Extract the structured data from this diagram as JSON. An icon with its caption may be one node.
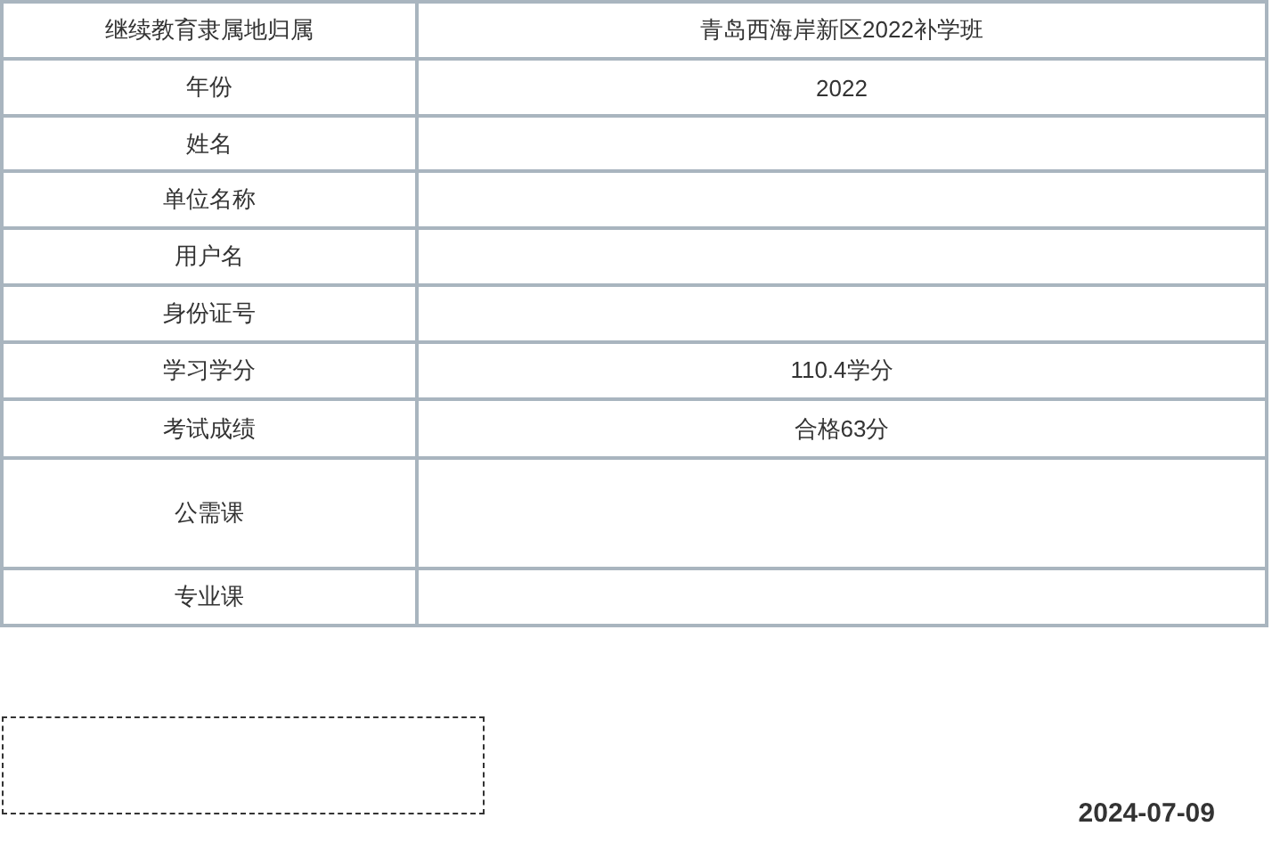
{
  "diagram": {
    "labels": [
      "继续教育隶属地归属",
      "青岛西海岸新区2022补学班",
      "年份",
      "2022",
      "姓名",
      "单位名称",
      "用户名",
      "身份证号",
      "学习学分",
      "110.4学分",
      "考试成绩",
      "合格63分",
      "公需课",
      "专业课",
      "2024-07-09"
    ]
  }
}
